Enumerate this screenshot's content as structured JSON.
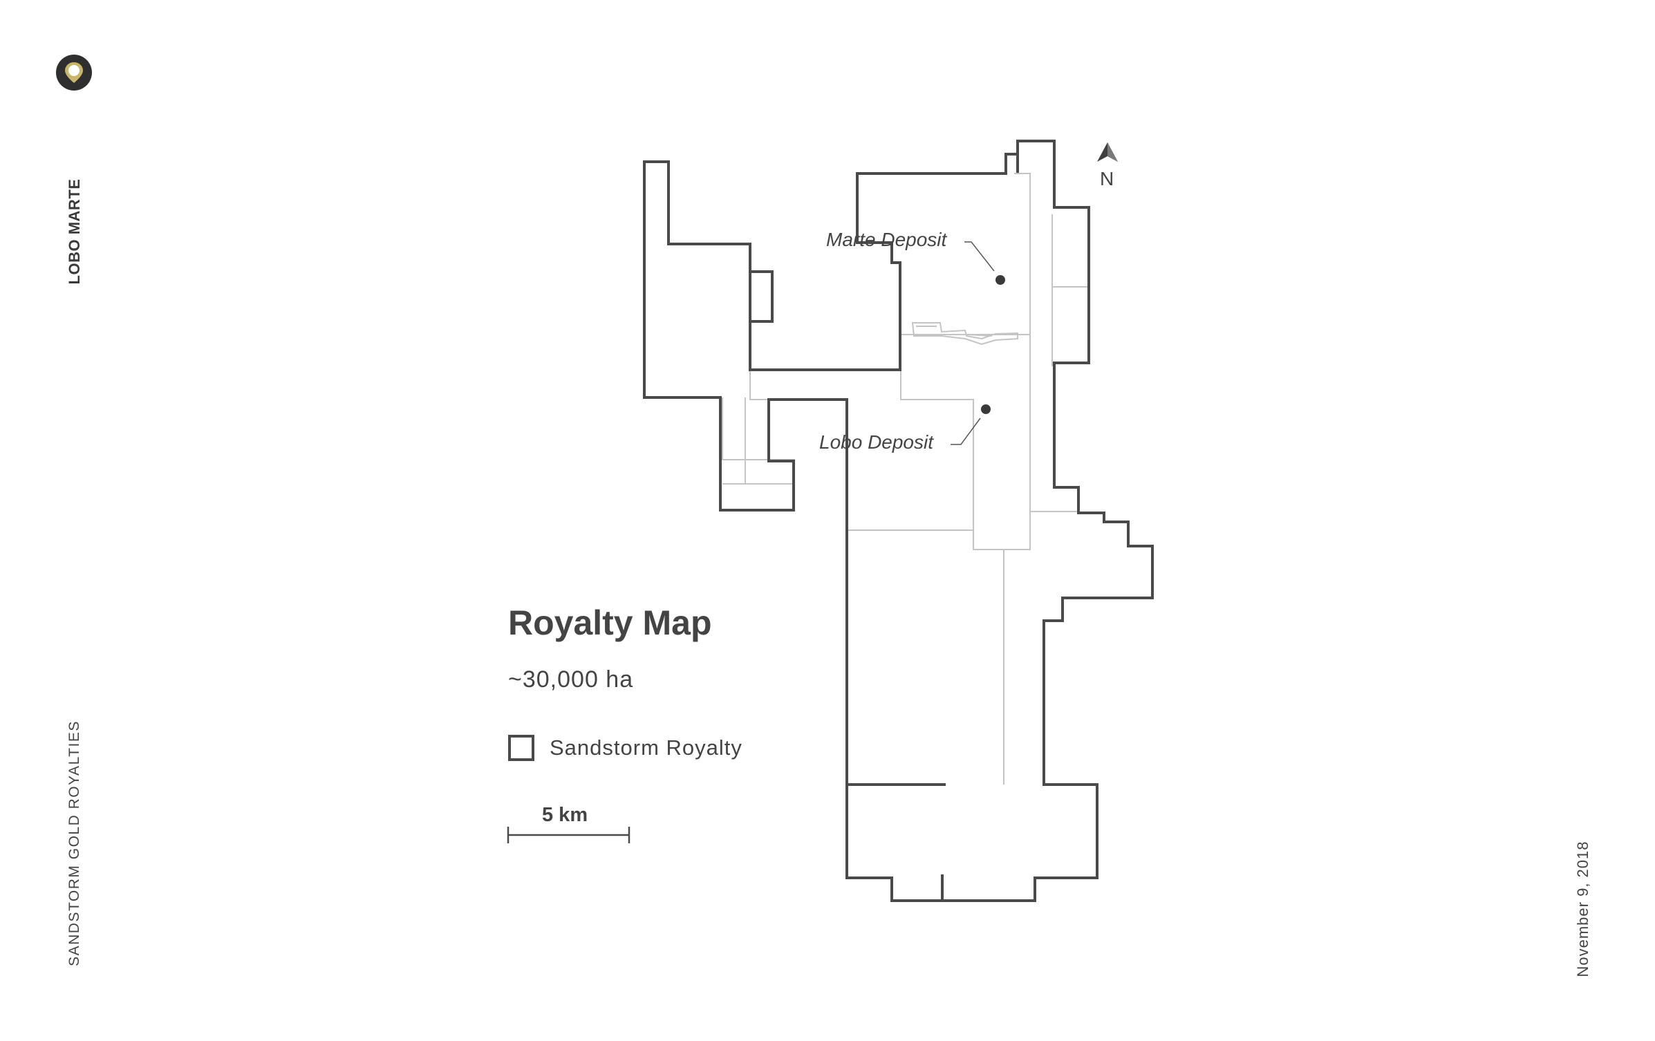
{
  "sidebar": {
    "brand": "LOBO MARTE",
    "company": "SANDSTORM GOLD ROYALTIES",
    "date": "November 9, 2018"
  },
  "map": {
    "title": "Royalty Map",
    "area": "~30,000 ha",
    "legend": {
      "label": "Sandstorm Royalty"
    },
    "scale_label": "5 km",
    "north_label": "N",
    "deposits": [
      {
        "name": "Marte Deposit"
      },
      {
        "name": "Lobo Deposit"
      }
    ]
  },
  "colors": {
    "boundary": "#4a4a4a",
    "internal_lines": "#c4c4c4",
    "logo_accent": "#c8b66a"
  },
  "icons": [
    "map-pin-logo-icon",
    "north-arrow-icon"
  ]
}
